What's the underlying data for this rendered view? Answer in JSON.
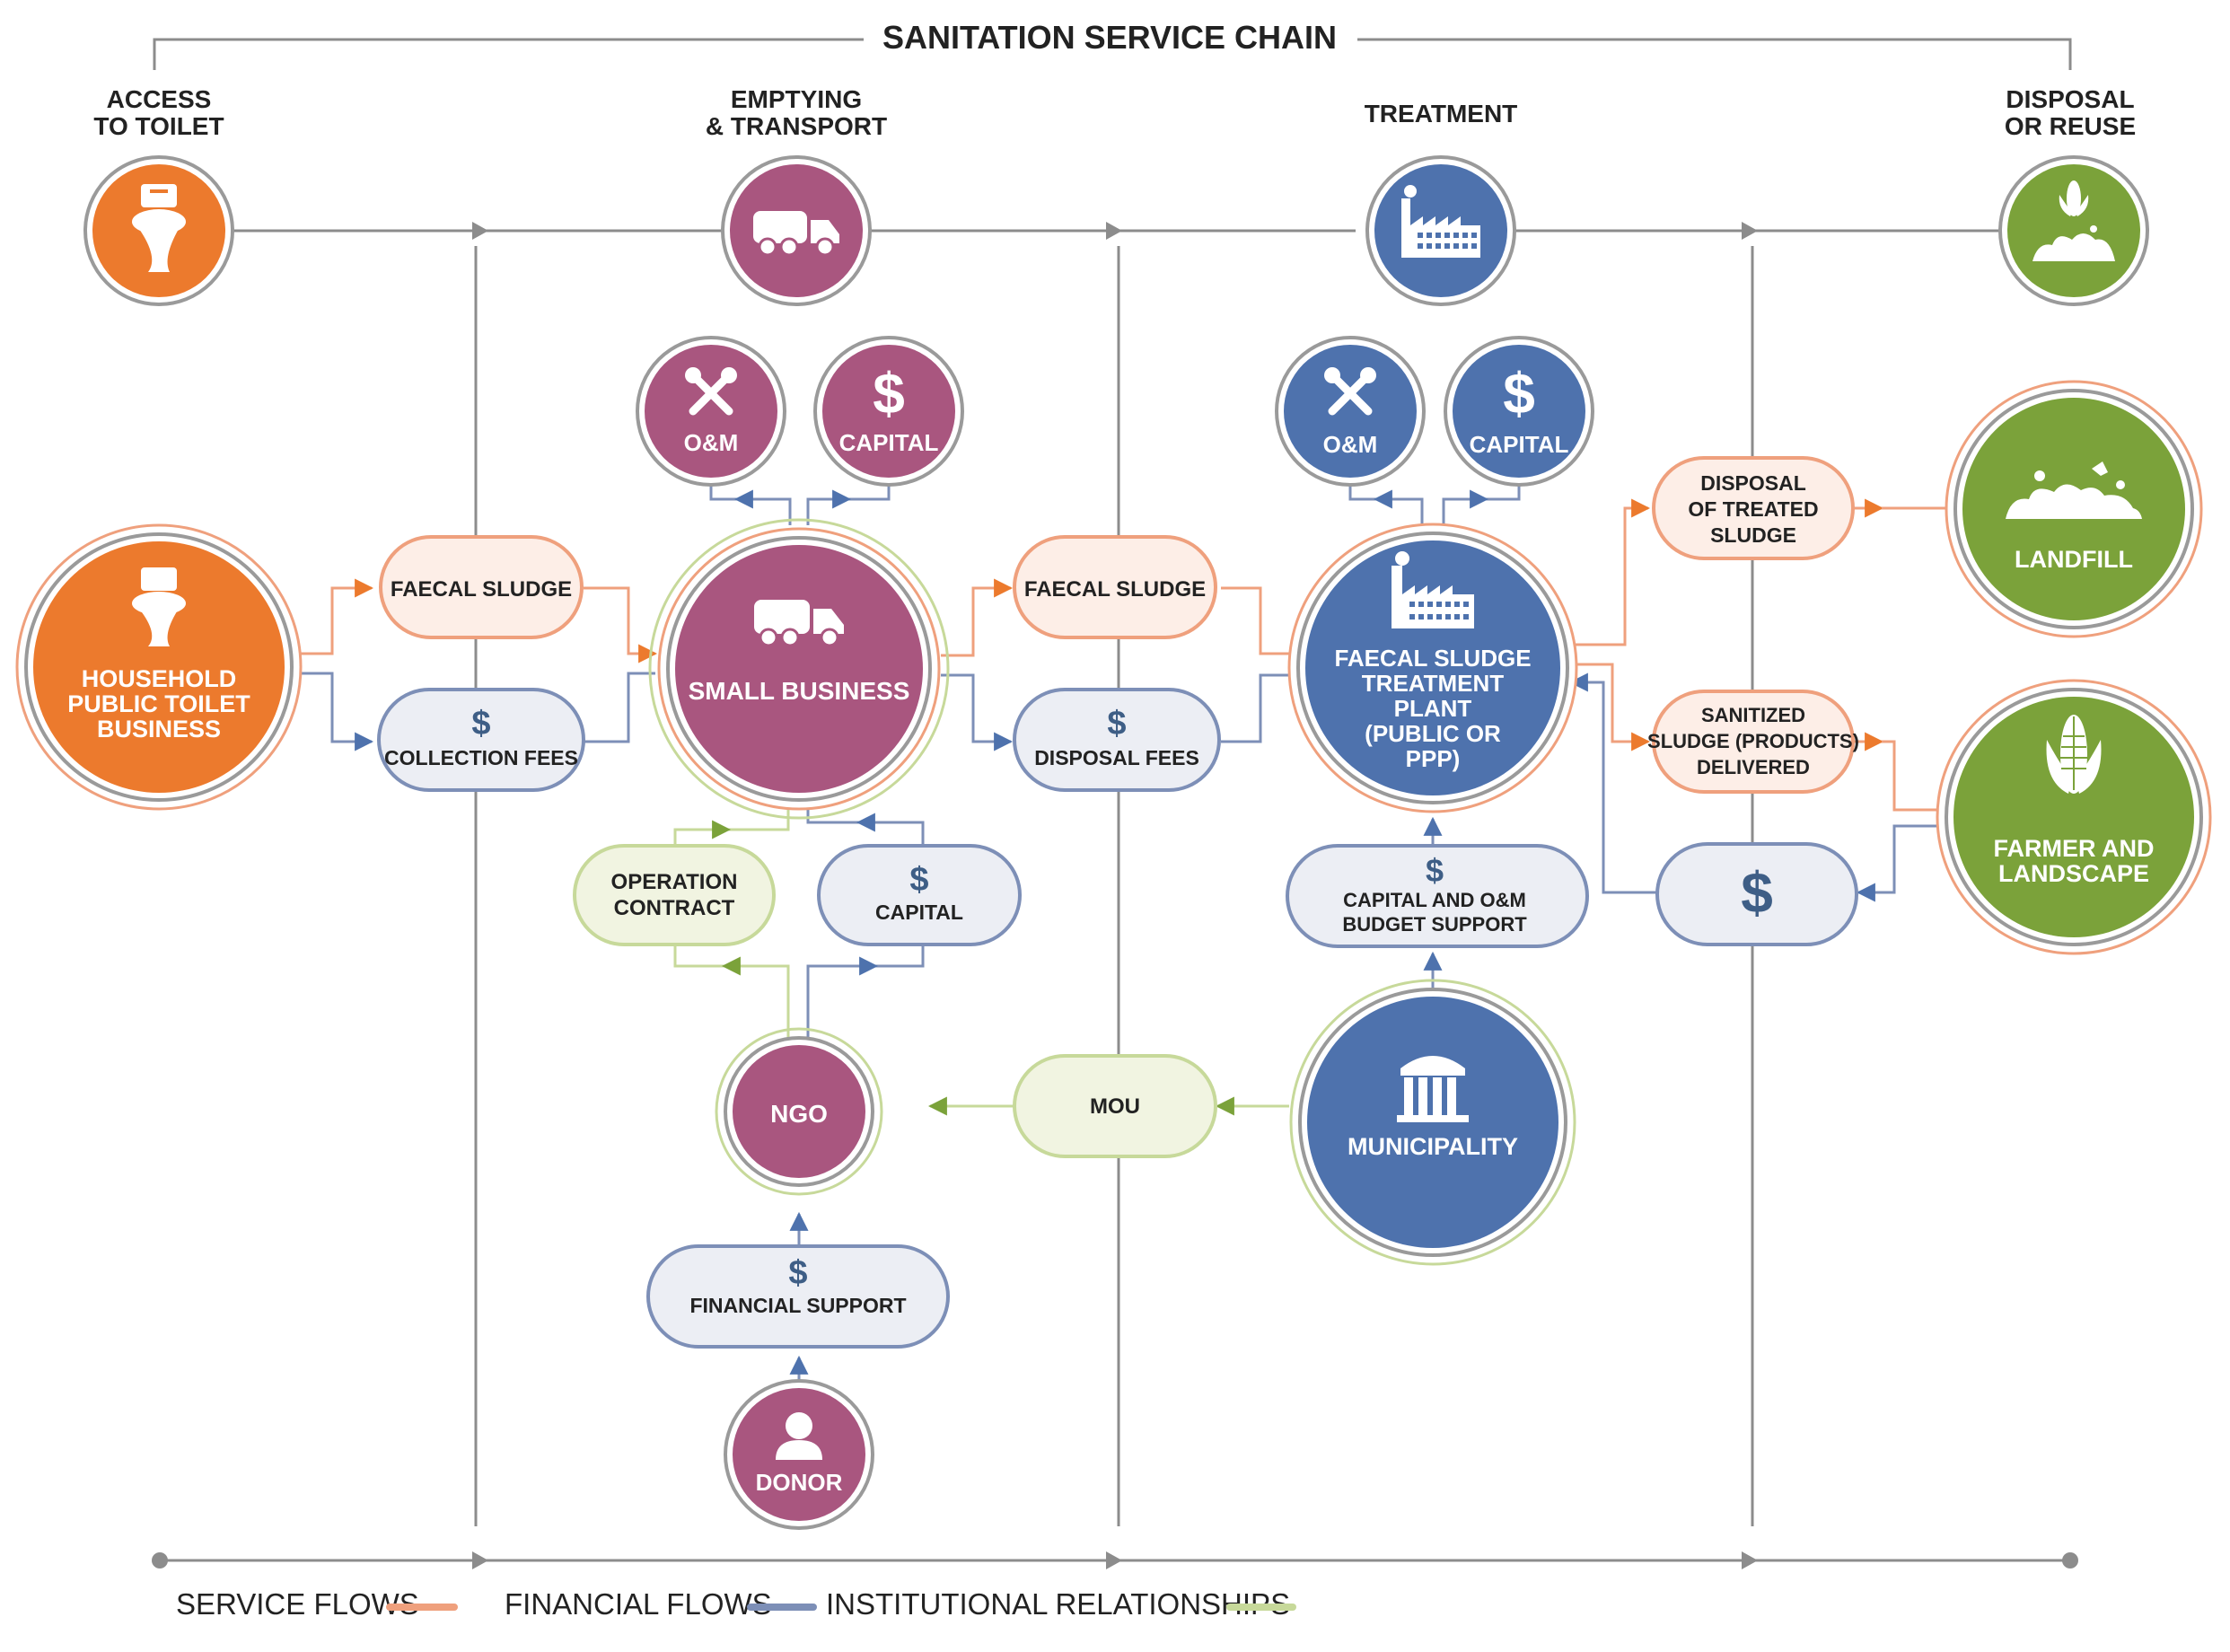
{
  "title": "SANITATION SERVICE CHAIN",
  "stages": {
    "access": [
      "ACCESS",
      "TO TOILET"
    ],
    "emptying": [
      "EMPTYING",
      "& TRANSPORT"
    ],
    "treatment": [
      "TREATMENT"
    ],
    "disposal": [
      "DISPOSAL",
      "OR REUSE"
    ]
  },
  "nodes": {
    "household": [
      "HOUSEHOLD",
      "PUBLIC TOILET",
      "BUSINESS"
    ],
    "small_business": "SMALL BUSINESS",
    "fsm_plant": [
      "FAECAL SLUDGE",
      "TREATMENT",
      "PLANT",
      "(PUBLIC OR",
      "PPP)"
    ],
    "landfill": "LANDFILL",
    "farmer": [
      "FARMER AND",
      "LANDSCAPE"
    ],
    "ngo": "NGO",
    "municipality": "MUNICIPALITY",
    "donor": "DONOR",
    "om_1": "O&M",
    "capital_1": "CAPITAL",
    "om_2": "O&M",
    "capital_2": "CAPITAL"
  },
  "pills": {
    "faecal_sludge_1": "FAECAL SLUDGE",
    "collection_fees": "COLLECTION FEES",
    "faecal_sludge_2": "FAECAL SLUDGE",
    "disposal_fees": "DISPOSAL FEES",
    "operation_contract": [
      "OPERATION",
      "CONTRACT"
    ],
    "capital": "CAPITAL",
    "capital_om_budget": [
      "CAPITAL AND O&M",
      "BUDGET SUPPORT"
    ],
    "disposal_treated": [
      "DISPOSAL",
      "OF TREATED",
      "SLUDGE"
    ],
    "sanitized_sludge": [
      "SANITIZED",
      "SLUDGE (PRODUCTS)",
      "DELIVERED"
    ],
    "mou": "MOU",
    "financial_support": "FINANCIAL SUPPORT",
    "dollar_symbol": "$"
  },
  "legend": {
    "service": "SERVICE FLOWS",
    "financial": "FINANCIAL FLOWS",
    "institutional": "INSTITUTIONAL RELATIONSHIPS"
  },
  "colors": {
    "orange": "#EC7A2D",
    "purple": "#A9567F",
    "blue": "#4E72AD",
    "green": "#7BA23A",
    "service_line": "#EFA07D",
    "financial_line": "#7D8FB7",
    "institutional_line": "#C7D99A",
    "grey_line": "#8C8C8C",
    "pill_service_fill": "#FDEEE7",
    "pill_financial_fill": "#ECEEF4",
    "pill_institutional_fill": "#F1F4E1",
    "dollar_color": "#3E5E86"
  }
}
